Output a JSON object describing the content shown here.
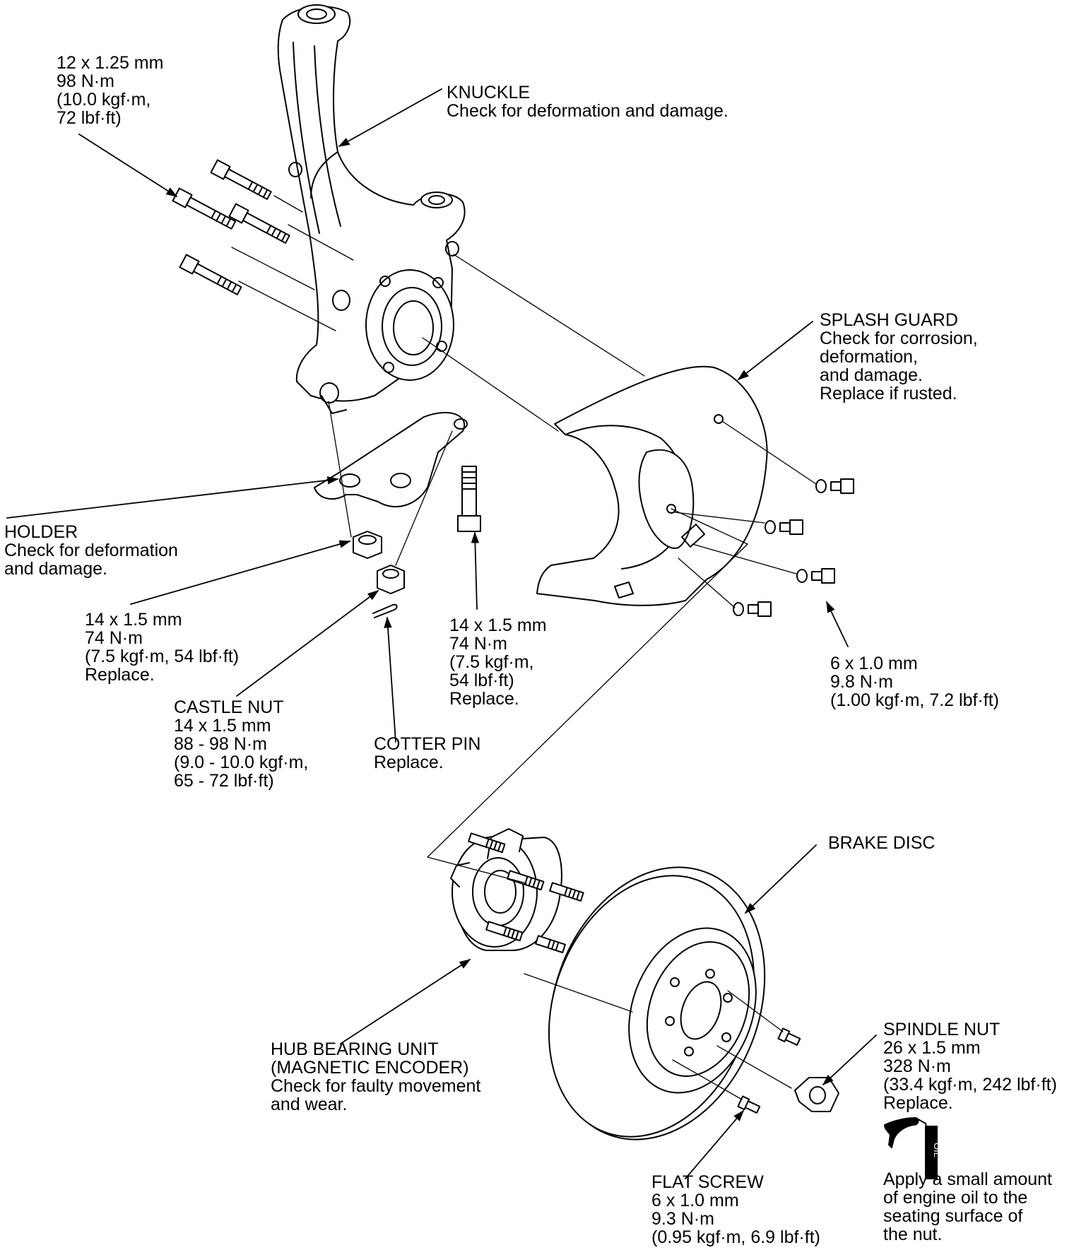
{
  "colors": {
    "ink": "#000000",
    "paper": "#ffffff"
  },
  "labels": {
    "knuckle_bolt": [
      "12 x 1.25 mm",
      "98 N·m",
      "(10.0 kgf·m,",
      "72 lbf·ft)"
    ],
    "knuckle": [
      "KNUCKLE",
      "Check for deformation and damage."
    ],
    "splash_guard": [
      "SPLASH GUARD",
      "Check for corrosion,",
      "deformation,",
      "and damage.",
      "Replace if rusted."
    ],
    "holder": [
      "HOLDER",
      "Check for deformation",
      "and damage."
    ],
    "holder_nut": [
      "14 x 1.5 mm",
      "74 N·m",
      "(7.5 kgf·m, 54 lbf·ft)",
      "Replace."
    ],
    "holder_bolt": [
      "14 x 1.5 mm",
      "74 N·m",
      "(7.5 kgf·m,",
      "54 lbf·ft)",
      "Replace."
    ],
    "splash_bolt": [
      "6 x 1.0 mm",
      "9.8 N·m",
      "(1.00 kgf·m, 7.2 lbf·ft)"
    ],
    "castle_nut": [
      "CASTLE NUT",
      "14 x 1.5 mm",
      "88 - 98 N·m",
      "(9.0 - 10.0 kgf·m,",
      "65 - 72 lbf·ft)"
    ],
    "cotter_pin": [
      "COTTER PIN",
      "Replace."
    ],
    "brake_disc": [
      "BRAKE DISC"
    ],
    "hub_bearing": [
      "HUB BEARING UNIT",
      "(MAGNETIC ENCODER)",
      "Check for faulty movement",
      "and wear."
    ],
    "spindle_nut": [
      "SPINDLE NUT",
      "26 x 1.5 mm",
      "328 N·m",
      "(33.4 kgf·m, 242 lbf·ft)",
      "Replace."
    ],
    "flat_screw": [
      "FLAT SCREW",
      "6 x 1.0 mm",
      "9.3 N·m",
      "(0.95 kgf·m, 6.9 lbf·ft)"
    ],
    "oil_note": [
      "Apply a small amount",
      "of engine oil to the",
      "seating surface of",
      "the nut."
    ]
  },
  "oil_can_text": "OIL"
}
